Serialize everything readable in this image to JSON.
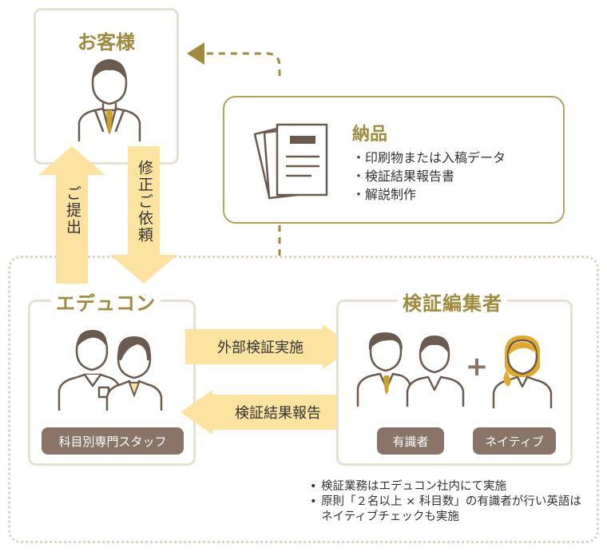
{
  "customer": {
    "title": "お客様"
  },
  "delivery": {
    "title": "納品",
    "items": [
      "印刷物または入稿データ",
      "検証結果報告書",
      "解説制作"
    ]
  },
  "arrows": {
    "submit": "ご提出",
    "revision": "修正ご依頼",
    "external": "外部検証実施",
    "report": "検証結果報告"
  },
  "edicon": {
    "title": "エデュコン",
    "staff_tag": "科目別専門スタッフ"
  },
  "verifiers": {
    "title": "検証編集者",
    "expert_tag": "有識者",
    "native_tag": "ネイティブ"
  },
  "notes": [
    "検証業務はエデュコン社内にて実施",
    "原則「２名以上 × 科目数」の有識者が行い英語はネイティブチェックも実施"
  ],
  "colors": {
    "accent": "#a08a3c",
    "arrow": "#fde3a0",
    "tag": "#8a7465",
    "border": "#e6e0d2",
    "icon": "#6b5a4e",
    "tie": "#c9a227"
  }
}
